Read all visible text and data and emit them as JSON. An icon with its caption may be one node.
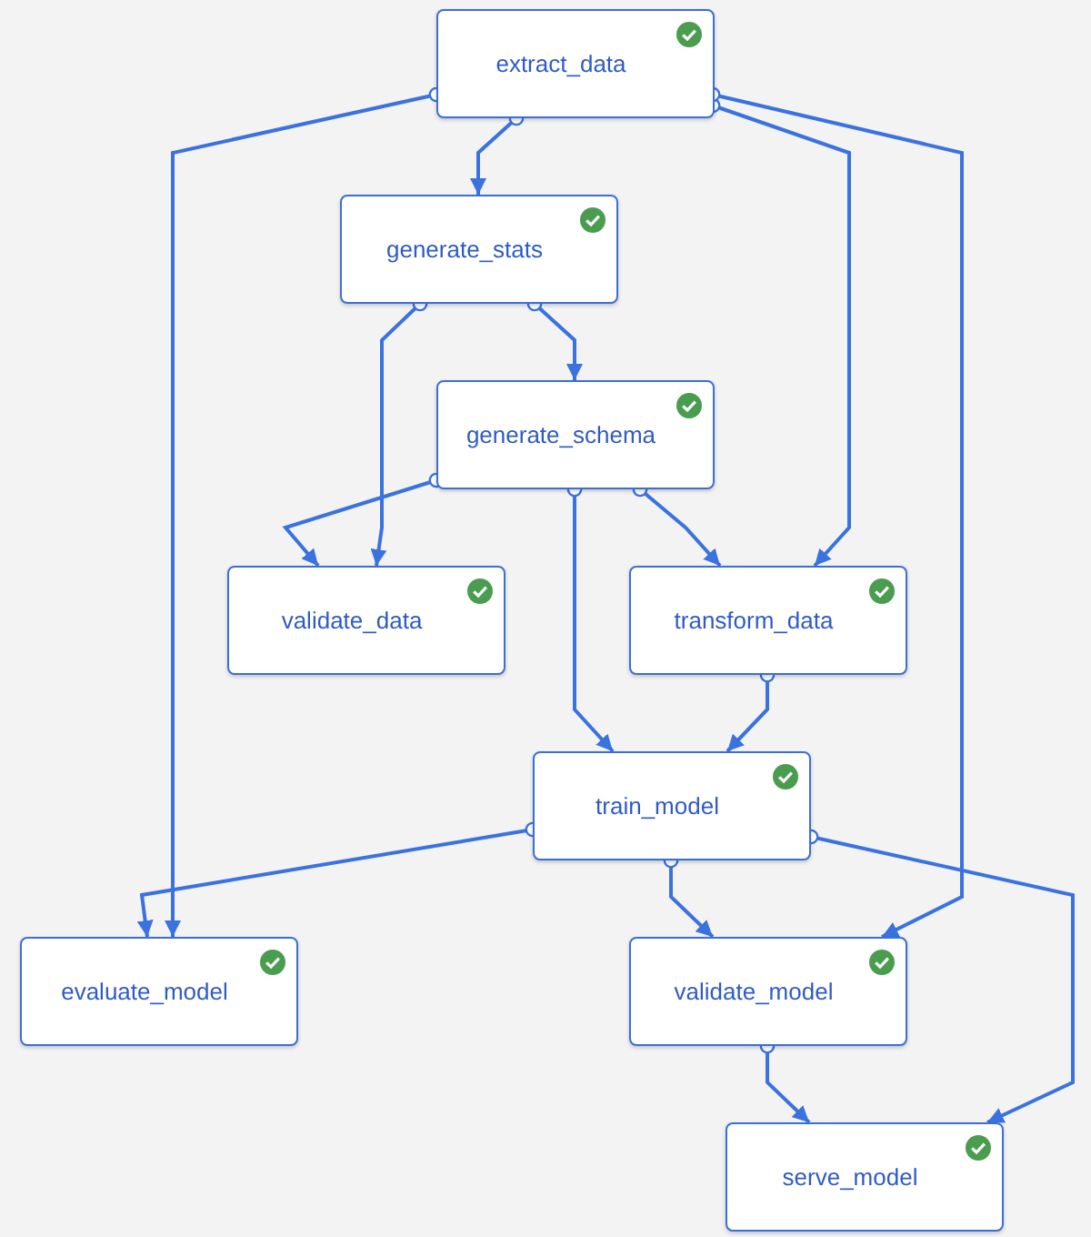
{
  "diagram": {
    "nodes": [
      {
        "text": [
          "extract_data"
        ]
      },
      {
        "text": [
          "generate_stats"
        ]
      },
      {
        "text": [
          "generate_schema"
        ]
      },
      {
        "text": [
          "validate_data"
        ]
      },
      {
        "text": [
          "transform_data"
        ]
      },
      {
        "text": [
          "train_model"
        ]
      },
      {
        "text": [
          "evaluate_model"
        ]
      },
      {
        "text": [
          "validate_model"
        ]
      },
      {
        "text": [
          "serve_model"
        ]
      }
    ],
    "edges": [
      {
        "from": 0,
        "to": 1,
        "arrow": "to"
      },
      {
        "from": 0,
        "to": 6,
        "arrow": "to"
      },
      {
        "from": 0,
        "to": 4,
        "arrow": "to"
      },
      {
        "from": 0,
        "to": 7,
        "arrow": "to"
      },
      {
        "from": 1,
        "to": 3,
        "arrow": "to"
      },
      {
        "from": 1,
        "to": 2,
        "arrow": "to"
      },
      {
        "from": 2,
        "to": 3,
        "arrow": "to"
      },
      {
        "from": 2,
        "to": 5,
        "arrow": "to"
      },
      {
        "from": 2,
        "to": 4,
        "arrow": "to"
      },
      {
        "from": 4,
        "to": 5,
        "arrow": "to"
      },
      {
        "from": 5,
        "to": 6,
        "arrow": "to"
      },
      {
        "from": 5,
        "to": 7,
        "arrow": "to"
      },
      {
        "from": 5,
        "to": 8,
        "arrow": "to"
      },
      {
        "from": 7,
        "to": 8,
        "arrow": "to"
      }
    ]
  }
}
